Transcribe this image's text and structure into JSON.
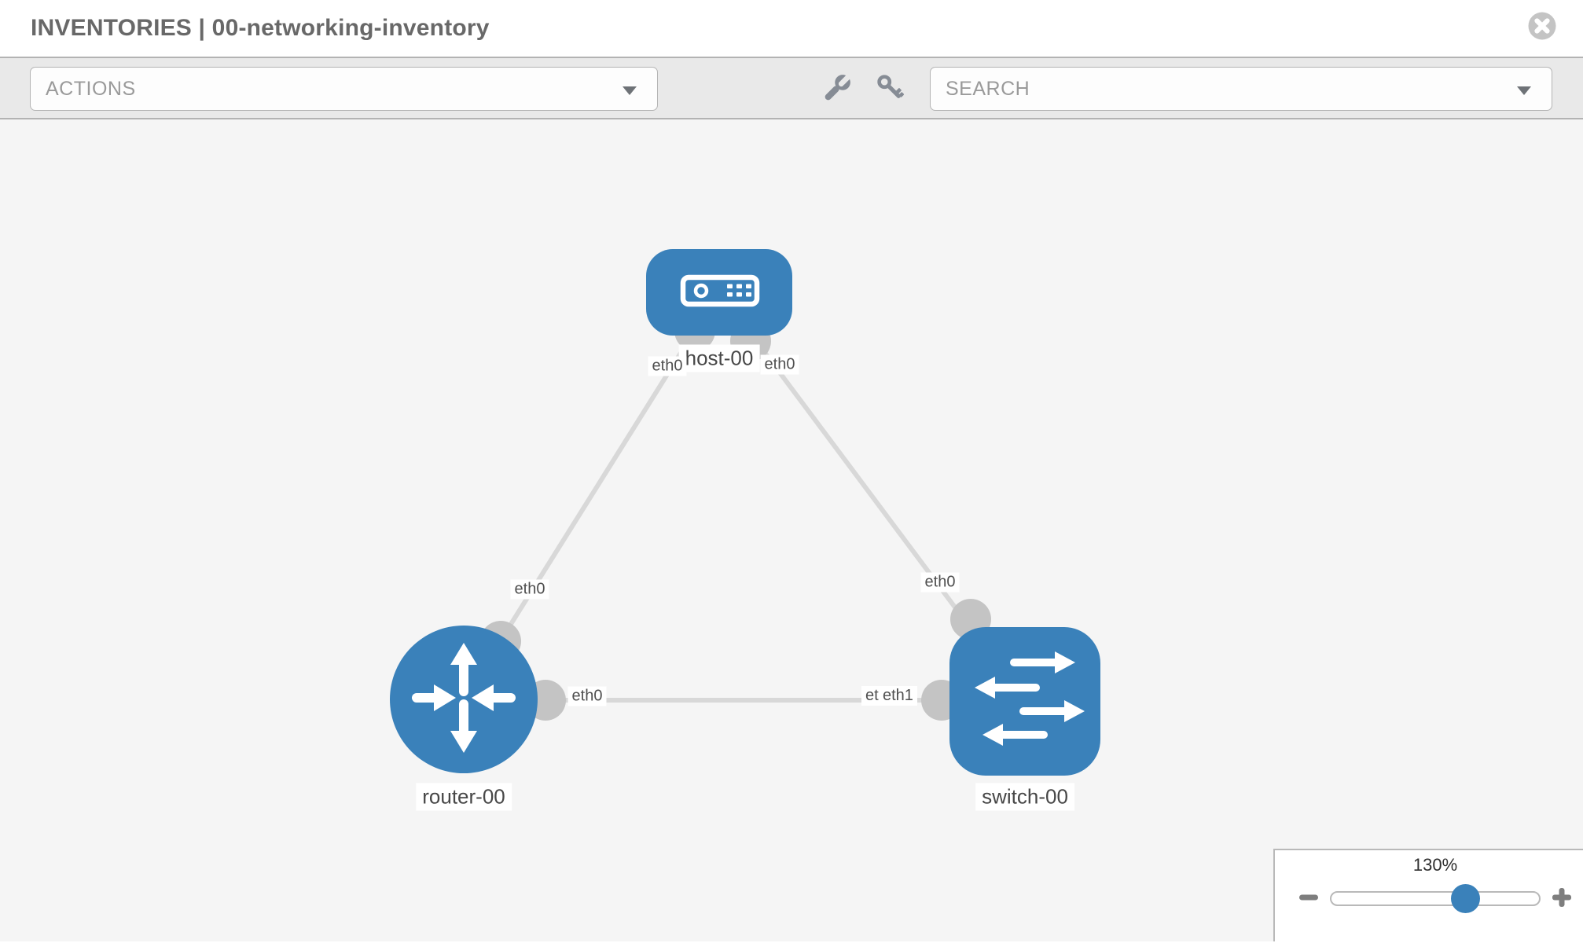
{
  "header": {
    "title": "INVENTORIES | 00-networking-inventory",
    "close_icon": "close-circle-icon"
  },
  "toolbar": {
    "actions_dropdown": {
      "placeholder": "ACTIONS"
    },
    "tools": [
      {
        "icon": "wrench-icon"
      },
      {
        "icon": "key-icon"
      }
    ],
    "search_dropdown": {
      "placeholder": "SEARCH"
    }
  },
  "graph": {
    "nodes": [
      {
        "id": "host-00",
        "label": "host-00",
        "type": "host",
        "icon": "host-icon"
      },
      {
        "id": "router-00",
        "label": "router-00",
        "type": "router",
        "icon": "router-icon"
      },
      {
        "id": "switch-00",
        "label": "switch-00",
        "type": "switch",
        "icon": "switch-icon"
      }
    ],
    "edges": [
      {
        "from": "host-00",
        "to": "router-00",
        "from_interface": "eth0",
        "to_interface": "eth0"
      },
      {
        "from": "host-00",
        "to": "switch-00",
        "from_interface": "eth0",
        "to_interface": "eth0"
      },
      {
        "from": "router-00",
        "to": "switch-00",
        "from_interface": "eth0",
        "to_interface": "eth1",
        "to_interface_overlapped": "eth0"
      }
    ]
  },
  "zoom_control": {
    "level": "130%",
    "minus_icon": "minus-icon",
    "plus_icon": "plus-icon"
  },
  "colors": {
    "node_blue": "#3a81ba",
    "edge_gray": "#d8d8d8",
    "endpoint_gray": "#c4c4c4",
    "toolbar_bg": "#e9e9e9",
    "canvas_bg": "#f5f5f5",
    "title_gray": "#686868"
  }
}
